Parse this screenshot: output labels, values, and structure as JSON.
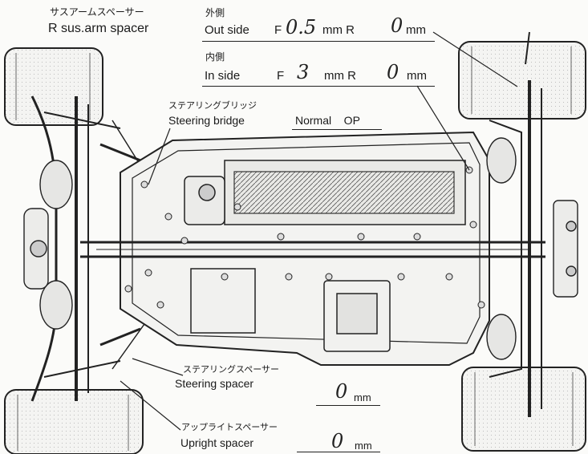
{
  "r_spacer": {
    "title_jp": "サスアームスペーサー",
    "title_en": "R sus.arm spacer",
    "outside": {
      "jp": "外側",
      "label": "Out side",
      "f_prefix": "F",
      "f_value": "0.5",
      "mm_r": "mm R",
      "r_value": "0",
      "unit": "mm"
    },
    "inside": {
      "jp": "内側",
      "label": "In side",
      "f_prefix": "F",
      "f_value": "3",
      "mm_r": "mm R",
      "r_value": "0",
      "unit": "mm"
    }
  },
  "steering_bridge": {
    "jp": "ステアリングブリッジ",
    "en": "Steering bridge",
    "options": "Normal    OP"
  },
  "steering_spacer": {
    "jp": "ステアリングスペーサー",
    "en": "Steering spacer",
    "value": "0",
    "unit": "mm"
  },
  "upright_spacer": {
    "jp": "アップライトスペーサー",
    "en": "Upright spacer",
    "value": "0",
    "unit": "mm"
  }
}
